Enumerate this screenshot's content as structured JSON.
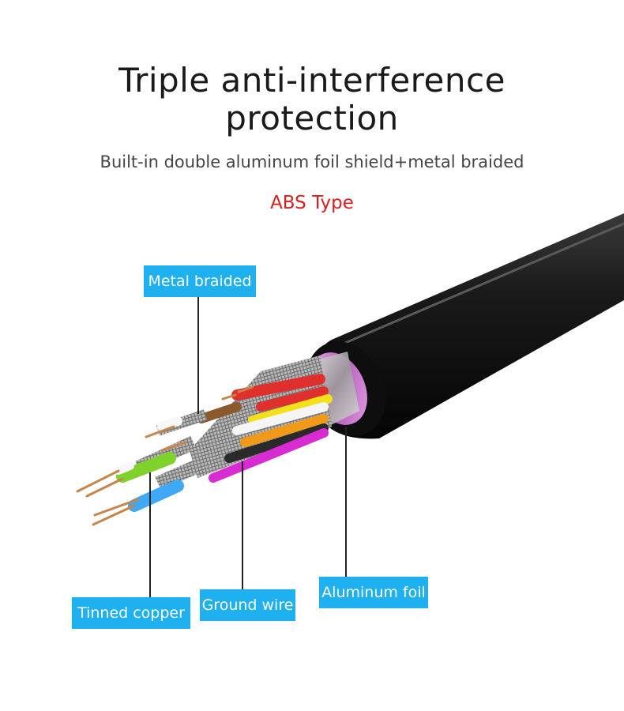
{
  "header": {
    "title_line1": "Triple anti-interference",
    "title_line2": "protection",
    "subtitle": "Built-in double aluminum foil shield+metal braided",
    "type_label": "ABS Type"
  },
  "callouts": {
    "metal_braided": "Metal braided",
    "tinned_copper": "Tinned copper",
    "ground_wire": "Ground wire",
    "aluminum_foil": "Aluminum foil"
  },
  "colors": {
    "callout_bg": "#1eb0ef",
    "accent_red": "#d8211f",
    "jacket": "#141414"
  }
}
